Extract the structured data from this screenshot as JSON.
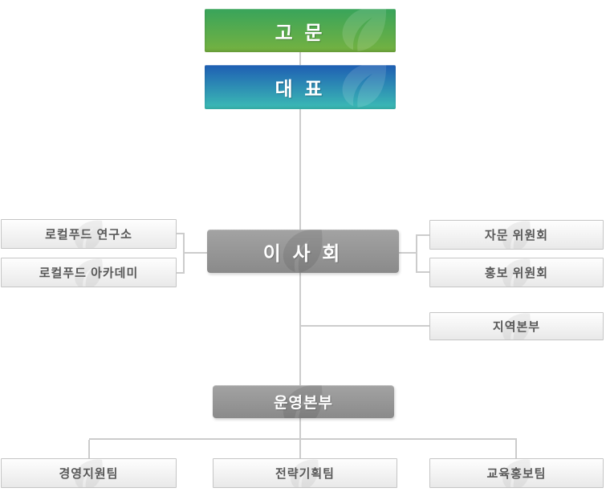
{
  "chart": {
    "nodes": {
      "advisor": {
        "label": "고 문"
      },
      "ceo": {
        "label": "대 표"
      },
      "board": {
        "label": "이 사 회"
      },
      "research_institute": {
        "label": "로컬푸드 연구소"
      },
      "academy": {
        "label": "로컬푸드 아카데미"
      },
      "advisory_committee": {
        "label": "자문 위원회"
      },
      "pr_committee": {
        "label": "홍보 위원회"
      },
      "regional_hq": {
        "label": "지역본부"
      },
      "operations_hq": {
        "label": "운영본부"
      },
      "management_support_team": {
        "label": "경영지원팀"
      },
      "strategic_planning_team": {
        "label": "전략기획팀"
      },
      "education_pr_team": {
        "label": "교육홍보팀"
      }
    }
  },
  "colors": {
    "advisor_top": "#38a45b",
    "advisor_bottom": "#76b240",
    "ceo_top": "#1e5eb3",
    "ceo_bottom": "#3cbdb5",
    "dark_top": "#a3a3a3",
    "dark_bottom": "#8a8a8a",
    "light_top": "#fefefe",
    "light_bottom": "#e9e9e9",
    "light_border": "#c5c5c5",
    "light_text": "#585858",
    "connector": "#cccccc",
    "background": "#ffffff"
  }
}
